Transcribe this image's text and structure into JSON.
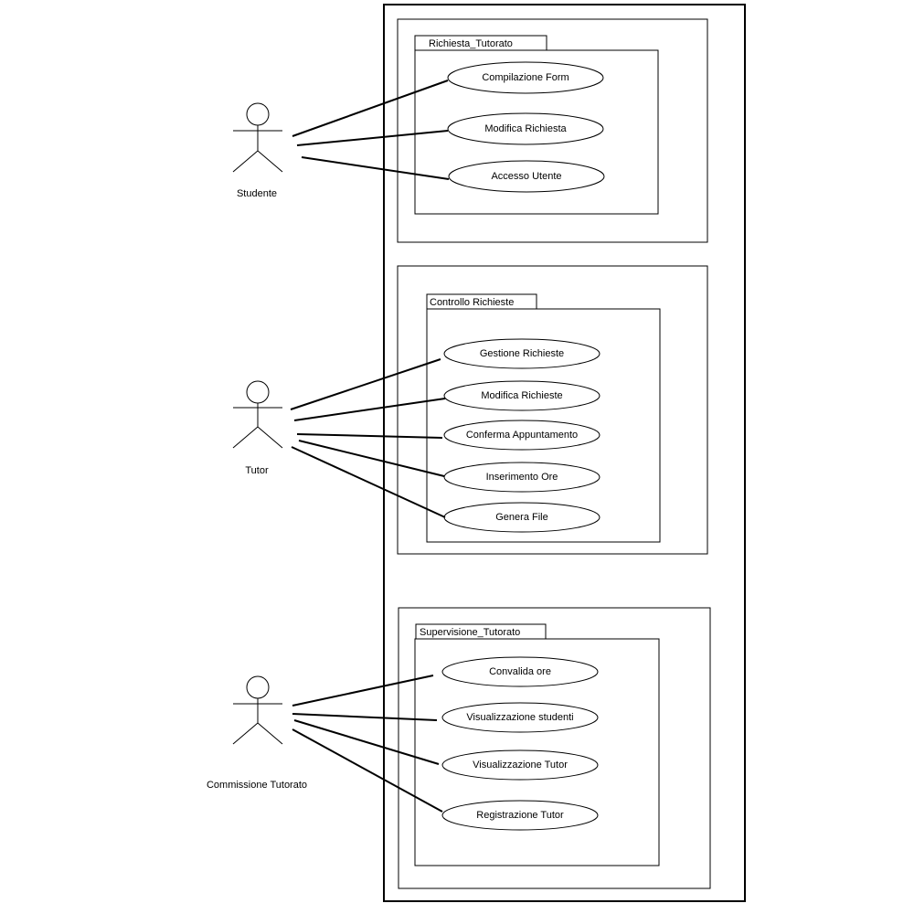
{
  "actors": {
    "studente": "Studente",
    "tutor": "Tutor",
    "commissione": "Commissione Tutorato"
  },
  "packages": {
    "richiesta": {
      "title": "Richiesta_Tutorato",
      "use_cases": [
        "Compilazione Form",
        "Modifica Richiesta",
        "Accesso Utente"
      ]
    },
    "controllo": {
      "title": "Controllo Richieste",
      "use_cases": [
        "Gestione Richieste",
        "Modifica Richieste",
        "Conferma Appuntamento",
        "Inserimento Ore",
        "Genera File"
      ]
    },
    "supervisione": {
      "title": "Supervisione_Tutorato",
      "use_cases": [
        "Convalida ore",
        "Visualizzazione studenti",
        "Visualizzazione Tutor",
        "Registrazione Tutor"
      ]
    }
  }
}
